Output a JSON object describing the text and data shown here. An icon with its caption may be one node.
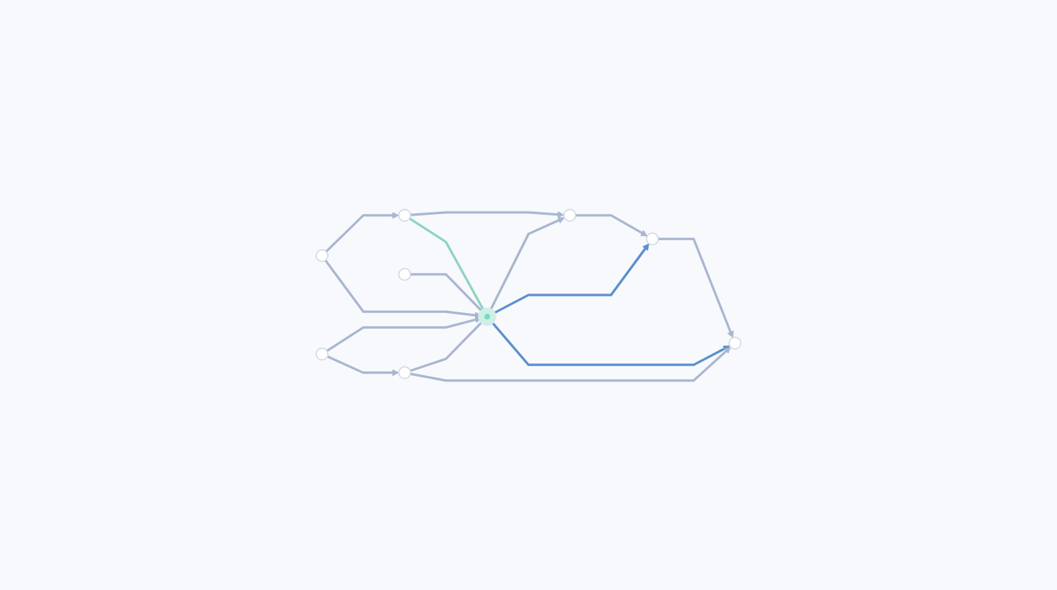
{
  "diagram": {
    "nodes": [
      {
        "text": [],
        "shape": "circle"
      },
      {
        "text": [],
        "shape": "circle"
      },
      {
        "text": [],
        "shape": "circle"
      },
      {
        "text": [],
        "shape": "circle"
      },
      {
        "text": [],
        "shape": "circle"
      },
      {
        "text": [],
        "shape": "circle"
      },
      {
        "text": [],
        "shape": "circle"
      },
      {
        "text": [],
        "shape": "circle"
      },
      {
        "text": [],
        "shape": "circle"
      }
    ],
    "edges": [
      {
        "from": 0,
        "to": 1,
        "arrow": "to"
      },
      {
        "from": 1,
        "to": 2,
        "arrow": "to"
      },
      {
        "from": 0,
        "to": 4,
        "arrow": "to"
      },
      {
        "from": 1,
        "to": 4,
        "arrow": "none",
        "color": "#8fd3c1"
      },
      {
        "from": 4,
        "to": 2,
        "arrow": "to"
      },
      {
        "from": 2,
        "to": 5,
        "arrow": "to"
      },
      {
        "from": 3,
        "to": 4,
        "arrow": "none"
      },
      {
        "from": 4,
        "to": 5,
        "arrow": "to",
        "color": "#5b8fcc"
      },
      {
        "from": 5,
        "to": 8,
        "arrow": "to"
      },
      {
        "from": 6,
        "to": 4,
        "arrow": "to"
      },
      {
        "from": 7,
        "to": 4,
        "arrow": "none"
      },
      {
        "from": 4,
        "to": 8,
        "arrow": "to",
        "color": "#5b8fcc"
      },
      {
        "from": 6,
        "to": 7,
        "arrow": "to"
      },
      {
        "from": 7,
        "to": 8,
        "arrow": "to"
      }
    ]
  }
}
